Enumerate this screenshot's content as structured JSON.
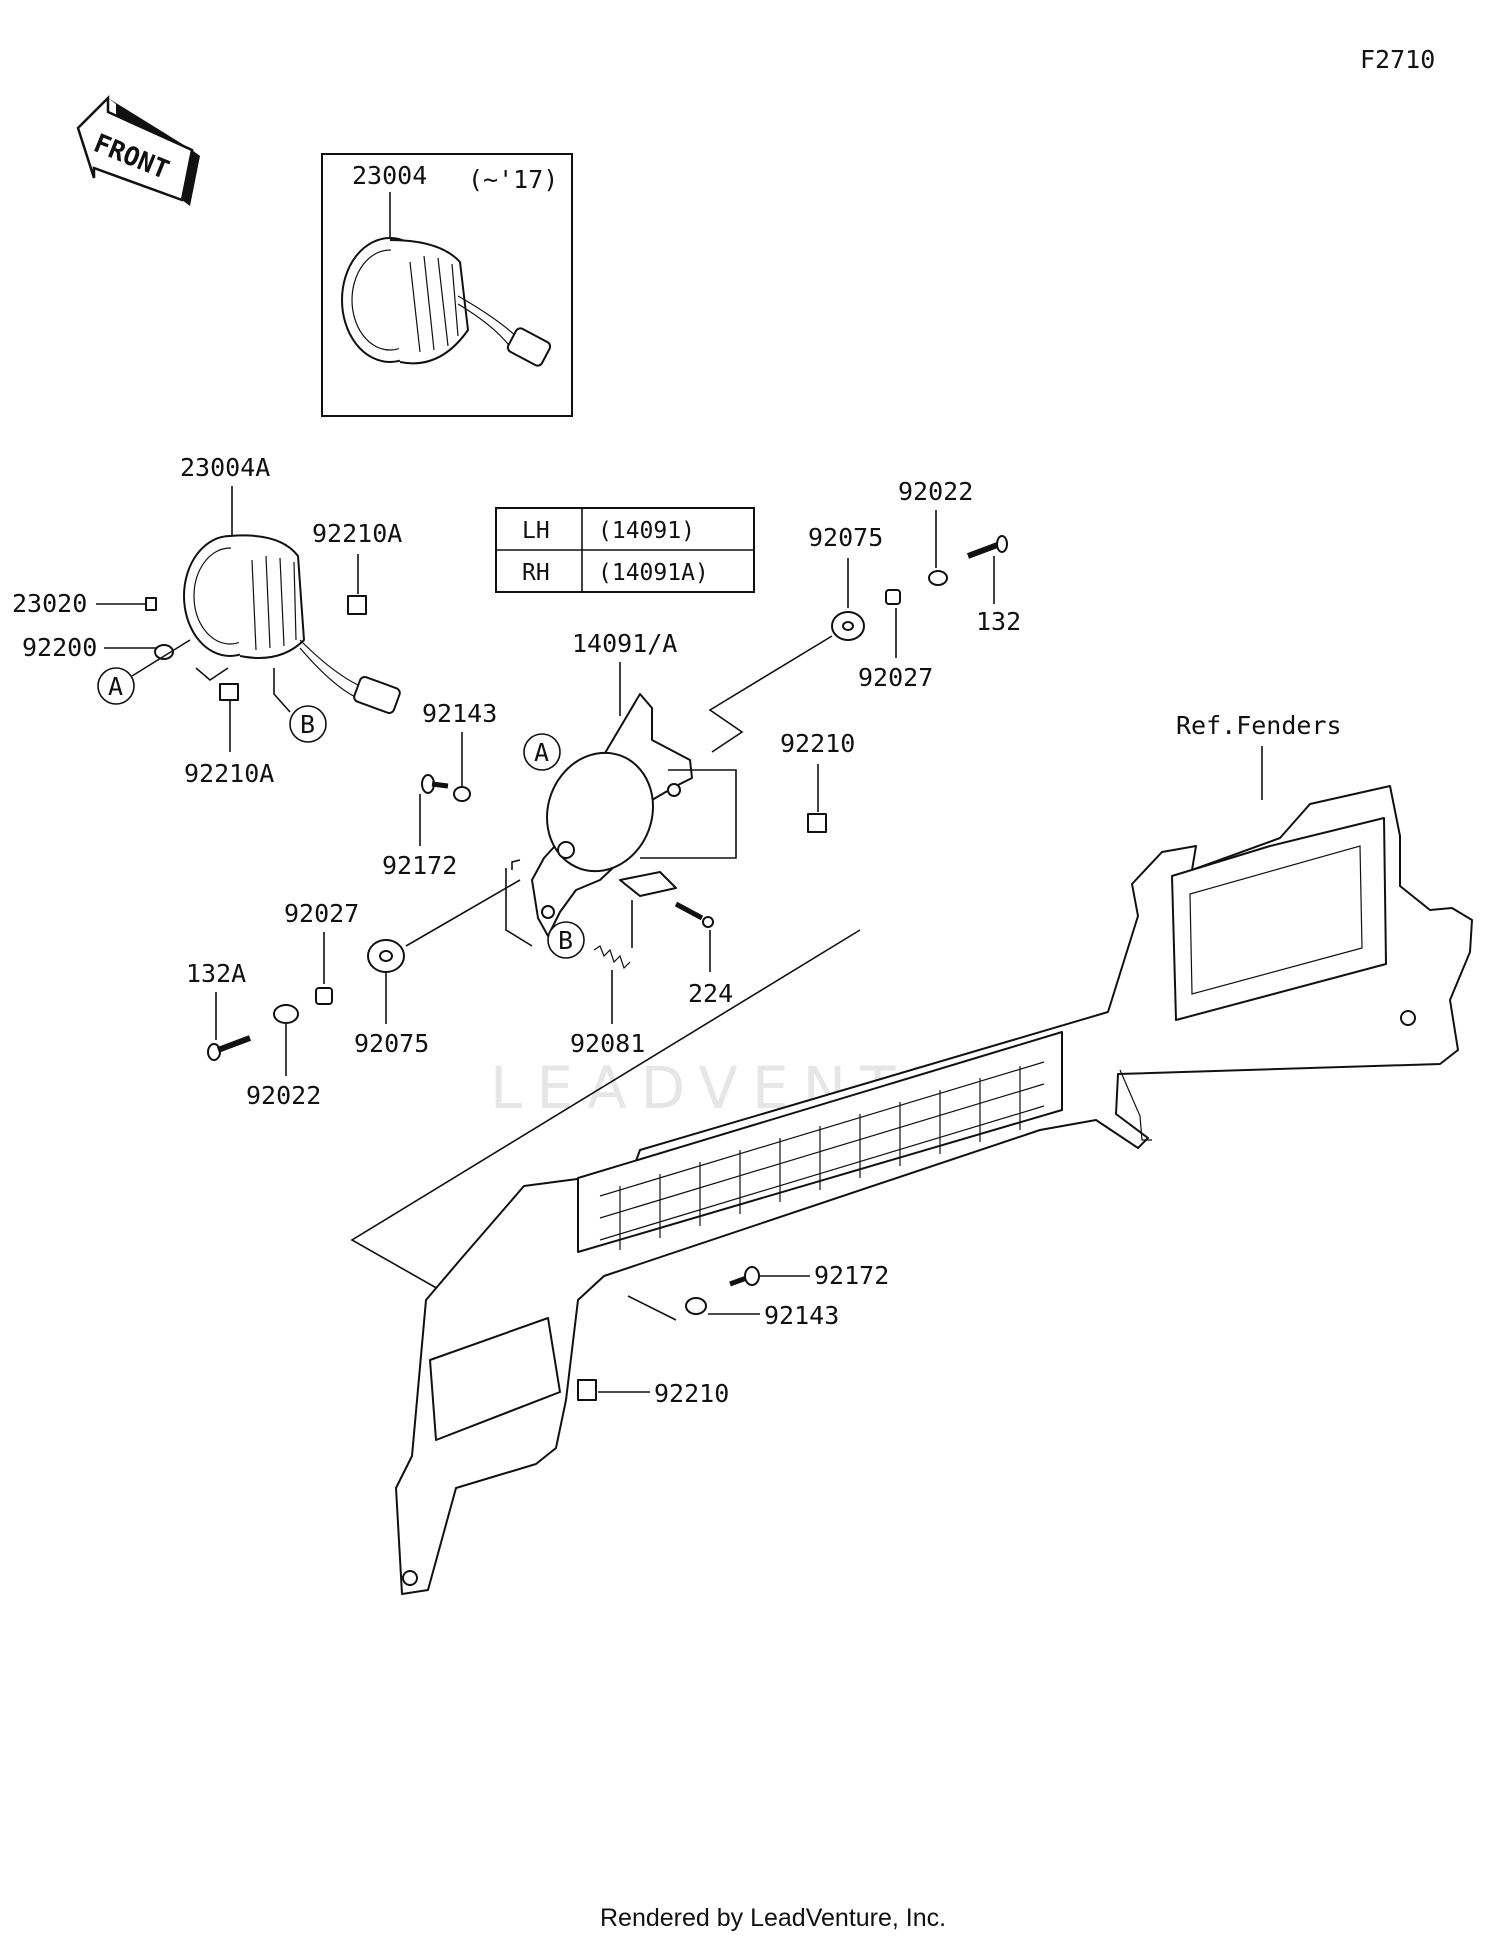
{
  "diagram_code": "F2710",
  "direction_label": "FRONT",
  "inset_label": "(~'17)",
  "variant_table": [
    {
      "side": "LH",
      "part": "(14091)"
    },
    {
      "side": "RH",
      "part": "(14091A)"
    }
  ],
  "callouts": {
    "c23004": "23004",
    "c23004A": "23004A",
    "c92210A_top": "92210A",
    "c23020": "23020",
    "c92200": "92200",
    "c92210A_bottom": "92210A",
    "c14091A": "14091/A",
    "c92143_left": "92143",
    "c92172_left": "92172",
    "c92075_top": "92075",
    "c92022_top": "92022",
    "c132": "132",
    "c92027_top": "92027",
    "c92210_mid": "92210",
    "c92027_left": "92027",
    "c132A": "132A",
    "c92075_left": "92075",
    "c92022_left": "92022",
    "c92081": "92081",
    "c224": "224",
    "c92172_right": "92172",
    "c92143_right": "92143",
    "c92210_bottom": "92210",
    "ref_fenders": "Ref.Fenders"
  },
  "ref_markers": {
    "a1": "A",
    "b1": "B",
    "a2": "A",
    "b2": "B"
  },
  "watermark": "LEADVENTURE",
  "footer": "Rendered by LeadVenture, Inc."
}
